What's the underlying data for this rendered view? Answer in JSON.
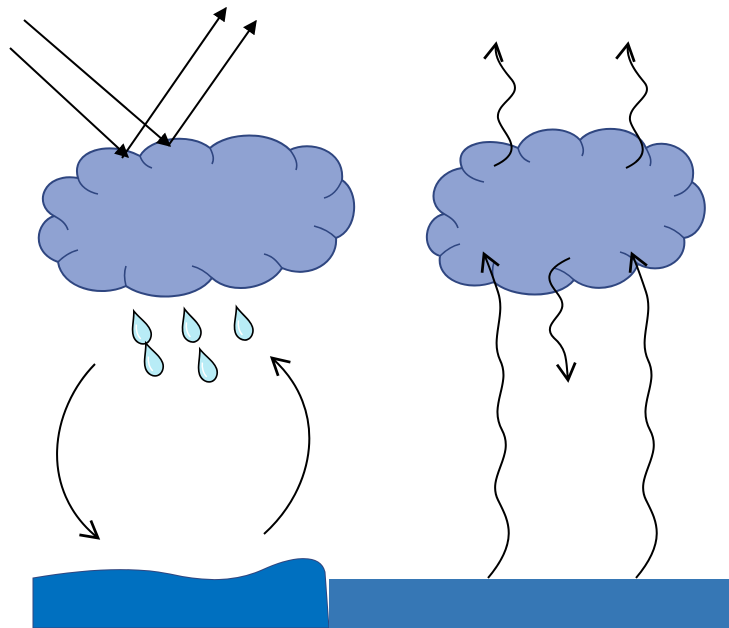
{
  "diagram": {
    "left_panel": {
      "sunlight_rays": [
        "incoming-ray",
        "incoming-ray",
        "reflected-ray",
        "reflected-ray"
      ],
      "raindrop_count": 5,
      "cycle_arrows": [
        "evaporation-arrow",
        "precipitation-arrow"
      ]
    },
    "right_panel": {
      "infrared_squiggles_up": 2,
      "infrared_squiggles_from_ground": 2,
      "infrared_squiggle_down": 1
    },
    "colors": {
      "cloud_fill": "#8FA2D2",
      "cloud_stroke": "#2F4680",
      "raindrop_fill": "#B8ECF6",
      "raindrop_stroke": "#000000",
      "water_left": "#0070C0",
      "ground_right": "#3677B5",
      "line": "#000000"
    }
  }
}
